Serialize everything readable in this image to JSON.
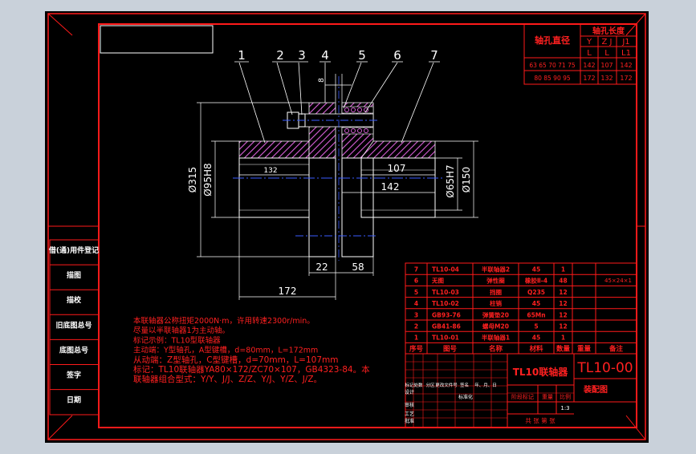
{
  "colors": {
    "background": "#000000",
    "frame": "#ff1a1a",
    "table_text": "#ff2020",
    "dim_lines": "#ffffff",
    "hatch": "#d85fd8",
    "center_line": "#3a5cff",
    "gap_border": "#c9d1da"
  },
  "callouts": [
    "1",
    "2",
    "3",
    "4",
    "5",
    "6",
    "7"
  ],
  "dimensions": {
    "d315": "Ø315",
    "d95h8": "Ø95H8",
    "d65h7": "Ø65H7",
    "d150": "Ø150",
    "l132": "132",
    "l107": "107",
    "l142": "142",
    "l22": "22",
    "l58": "58",
    "l172": "172",
    "gap": "8"
  },
  "bore_table": {
    "col_dia": "轴孔直径",
    "col_len": "轴孔长度",
    "subheads": [
      "Y",
      "Z",
      "J",
      "J1"
    ],
    "subheads2": [
      "L",
      "L",
      "L1"
    ],
    "rows": [
      {
        "dia": "63 65 70 71 75",
        "y": "142",
        "z": "107",
        "j1": "142"
      },
      {
        "dia": "80 85 90 95",
        "y": "172",
        "z": "132",
        "j1": "172"
      }
    ]
  },
  "notes": [
    "本联轴器公称扭矩2000N·m，许用转速2300r/min。",
    "尽量以半联轴器1为主动轴。",
    "标记示例：TL10型联轴器",
    "主动端：Y型轴孔，A型键槽，d=80mm，L=172mm",
    "从动端：Z型轴孔，C型键槽，d=70mm，L=107mm",
    "标记：TL10联轴器YA80×172/ZC70×107，GB4323-84。本",
    "联轴器组合型式：Y/Y、J/J、Z/Z、Y/J、Y/Z、J/Z。"
  ],
  "bom": {
    "rows": [
      {
        "no": "7",
        "code": "TL10-04",
        "name": "半联轴器2",
        "mat": "45",
        "qty": "1",
        "note": ""
      },
      {
        "no": "6",
        "code": "无图",
        "name": "弹性圈",
        "mat": "橡胶Ⅱ-4",
        "qty": "48",
        "note": ""
      },
      {
        "no": "5",
        "code": "TL10-03",
        "name": "挡圈",
        "mat": "Q235",
        "qty": "12",
        "note": ""
      },
      {
        "no": "4",
        "code": "TL10-02",
        "name": "柱销",
        "mat": "45",
        "qty": "12",
        "note": ""
      },
      {
        "no": "3",
        "code": "GB93-76",
        "name": "弹簧垫20",
        "mat": "65Mn",
        "qty": "12",
        "note": ""
      },
      {
        "no": "2",
        "code": "GB41-86",
        "name": "螺母M20",
        "mat": "5",
        "qty": "12",
        "note": ""
      },
      {
        "no": "1",
        "code": "TL10-01",
        "name": "半联轴器1",
        "mat": "45",
        "qty": "1",
        "note": ""
      }
    ],
    "note_45": "45×24×1",
    "headers": [
      "序号",
      "图号",
      "名称",
      "材料",
      "数量",
      "重量",
      "备注"
    ]
  },
  "title_block": {
    "title": "TL10联轴器",
    "code": "TL10-00",
    "drawing_type": "装配图",
    "scale": "1:3",
    "headers_row": [
      "标记",
      "处数",
      "分区",
      "更改文件号",
      "签名",
      "年、月、日"
    ],
    "roles": [
      "设计",
      "审核",
      "工艺",
      "批准"
    ],
    "stage_labels": [
      "阶段标记",
      "重量",
      "比例"
    ],
    "sheet_label": "共  张  第  张",
    "std_label": "标准化"
  },
  "side_labels": [
    "借(通)用件登记",
    "描图",
    "描校",
    "旧底图总号",
    "底图总号",
    "签字",
    "日期"
  ]
}
